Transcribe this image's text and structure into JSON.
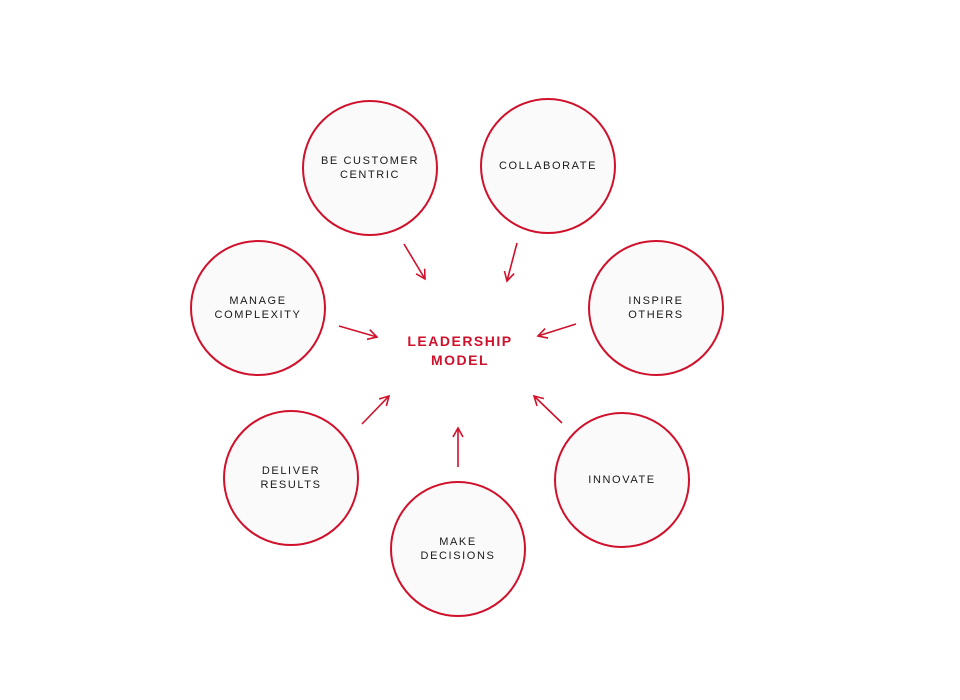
{
  "center": {
    "label": "LEADERSHIP\nMODEL"
  },
  "colors": {
    "accent": "#d0112b",
    "node_fill": "#fafafa",
    "text": "#1a1a1a"
  },
  "nodes": [
    {
      "label": "BE CUSTOMER\nCENTRIC"
    },
    {
      "label": "COLLABORATE"
    },
    {
      "label": "MANAGE\nCOMPLEXITY"
    },
    {
      "label": "INSPIRE\nOTHERS"
    },
    {
      "label": "DELIVER\nRESULTS"
    },
    {
      "label": "MAKE\nDECISIONS"
    },
    {
      "label": "INNOVATE"
    }
  ]
}
